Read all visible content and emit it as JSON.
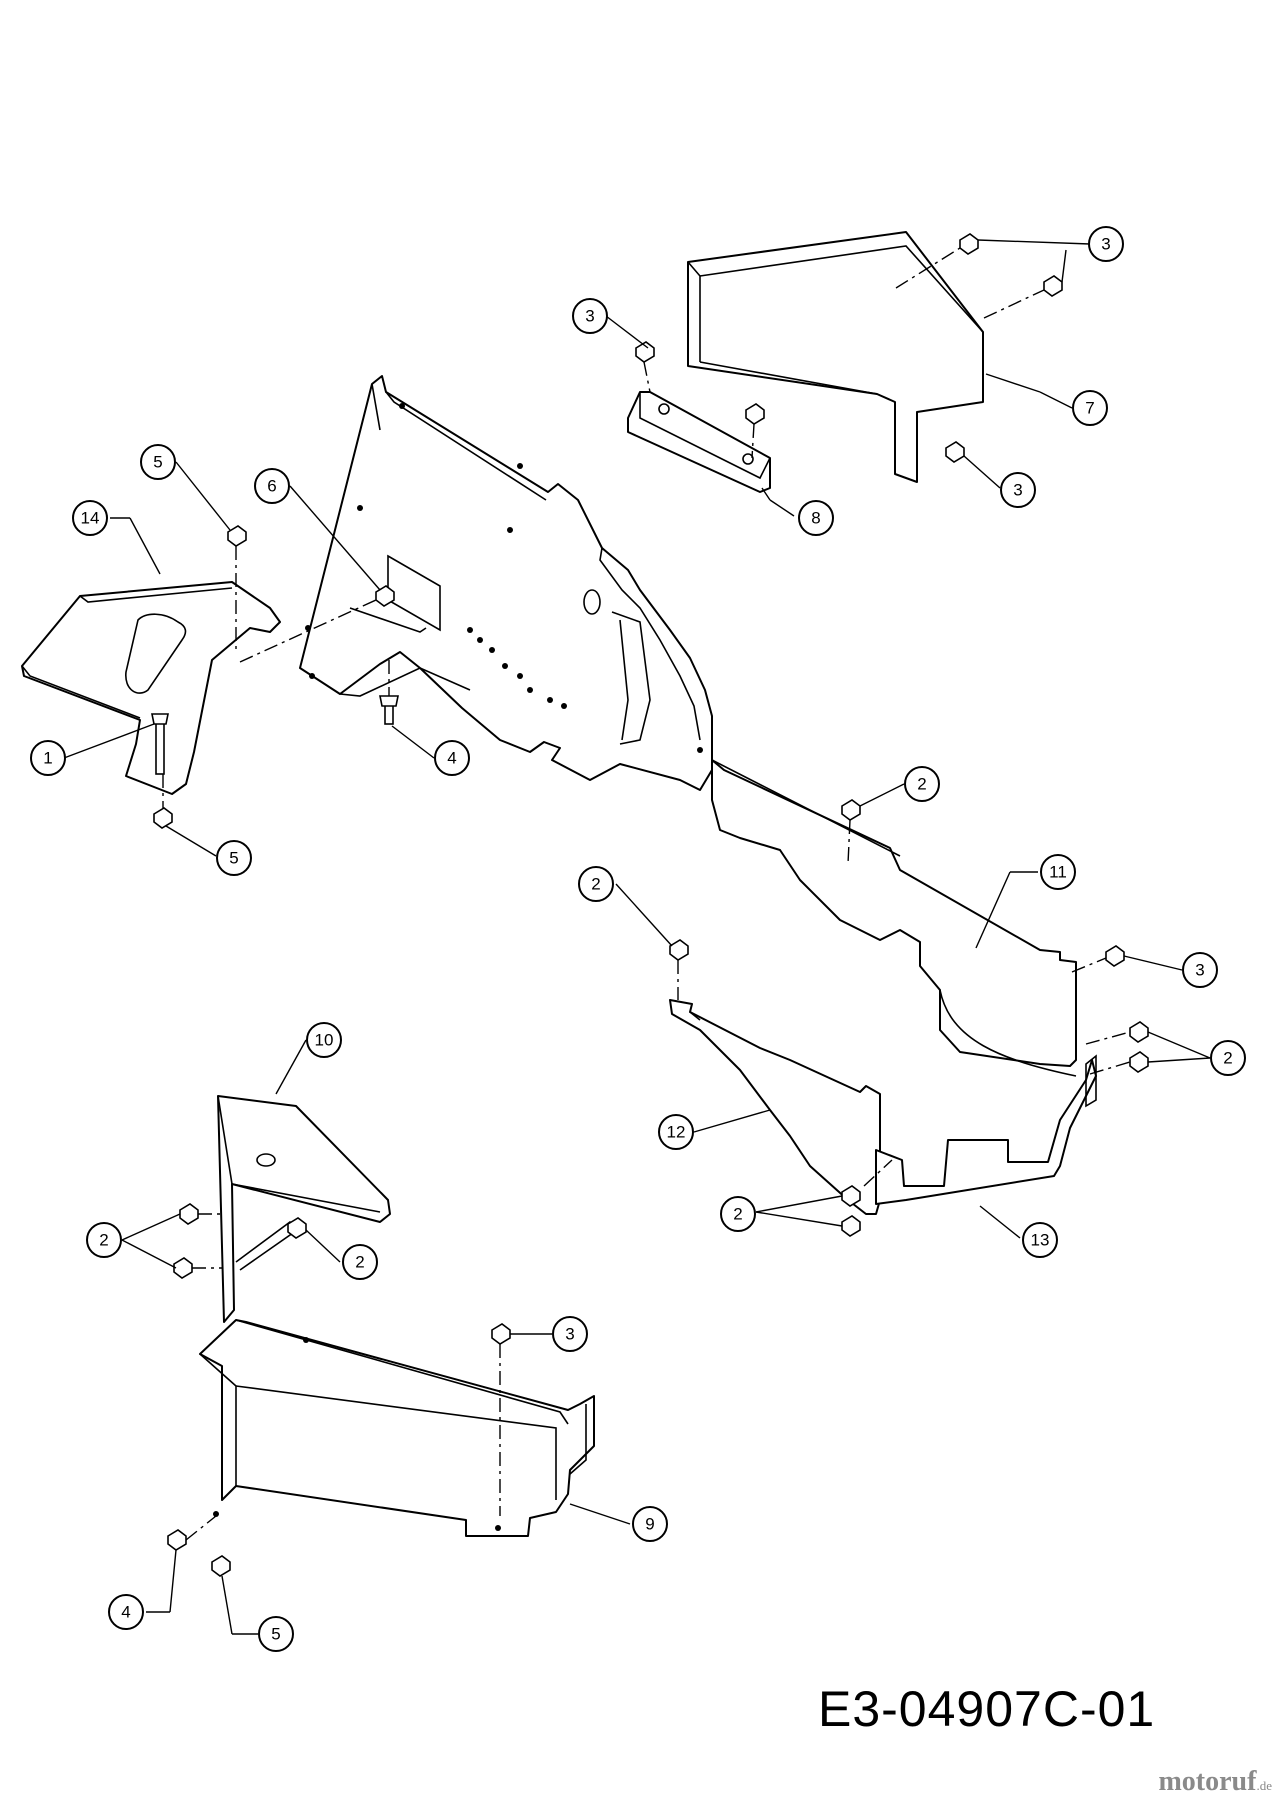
{
  "diagram": {
    "code": "E3-04907C-01",
    "watermark": {
      "brand": "motoruf",
      "suffix": ".de"
    },
    "callouts": [
      {
        "id": "c-3a",
        "label": "3"
      },
      {
        "id": "c-3b",
        "label": "3"
      },
      {
        "id": "c-7",
        "label": "7"
      },
      {
        "id": "c-3c",
        "label": "3"
      },
      {
        "id": "c-8",
        "label": "8"
      },
      {
        "id": "c-5a",
        "label": "5"
      },
      {
        "id": "c-6",
        "label": "6"
      },
      {
        "id": "c-14",
        "label": "14"
      },
      {
        "id": "c-1",
        "label": "1"
      },
      {
        "id": "c-4a",
        "label": "4"
      },
      {
        "id": "c-5b",
        "label": "5"
      },
      {
        "id": "c-2a",
        "label": "2"
      },
      {
        "id": "c-11",
        "label": "11"
      },
      {
        "id": "c-2b",
        "label": "2"
      },
      {
        "id": "c-3d",
        "label": "3"
      },
      {
        "id": "c-2c",
        "label": "2"
      },
      {
        "id": "c-12",
        "label": "12"
      },
      {
        "id": "c-2d",
        "label": "2"
      },
      {
        "id": "c-13",
        "label": "13"
      },
      {
        "id": "c-10",
        "label": "10"
      },
      {
        "id": "c-2e",
        "label": "2"
      },
      {
        "id": "c-2f",
        "label": "2"
      },
      {
        "id": "c-3e",
        "label": "3"
      },
      {
        "id": "c-9",
        "label": "9"
      },
      {
        "id": "c-4b",
        "label": "4"
      },
      {
        "id": "c-5c",
        "label": "5"
      }
    ]
  }
}
